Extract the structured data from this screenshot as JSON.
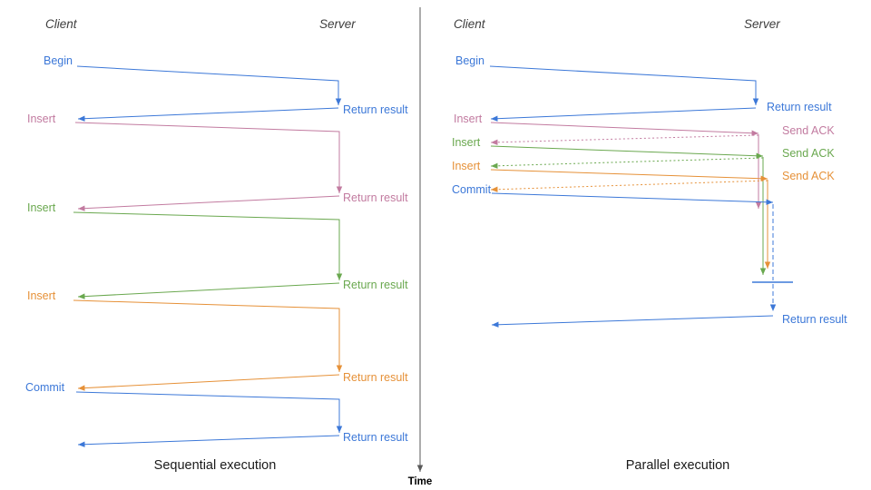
{
  "colors": {
    "blue": "#3c78d8",
    "pink": "#c27ba0",
    "green": "#6aa84f",
    "orange": "#e69138",
    "axis": "#595959",
    "heading": "#3d3d3d",
    "title": "#1a1a1a"
  },
  "left": {
    "title": "Sequential execution",
    "client": "Client",
    "server": "Server",
    "ops": [
      {
        "label": "Begin",
        "color": "#3c78d8",
        "result": "Return result"
      },
      {
        "label": "Insert",
        "color": "#c27ba0",
        "result": "Return result"
      },
      {
        "label": "Insert",
        "color": "#6aa84f",
        "result": "Return result"
      },
      {
        "label": "Insert",
        "color": "#e69138",
        "result": "Return result"
      },
      {
        "label": "Commit",
        "color": "#3c78d8",
        "result": "Return result"
      }
    ]
  },
  "right": {
    "title": "Parallel execution",
    "client": "Client",
    "server": "Server",
    "ops": [
      {
        "label": "Begin",
        "color": "#3c78d8",
        "result": "Return result"
      },
      {
        "label": "Insert",
        "color": "#c27ba0",
        "ack": "Send ACK"
      },
      {
        "label": "Insert",
        "color": "#6aa84f",
        "ack": "Send ACK"
      },
      {
        "label": "Insert",
        "color": "#e69138",
        "ack": "Send ACK"
      },
      {
        "label": "Commit",
        "color": "#3c78d8",
        "result": "Return result"
      }
    ]
  },
  "time_axis": {
    "label": "Time"
  }
}
